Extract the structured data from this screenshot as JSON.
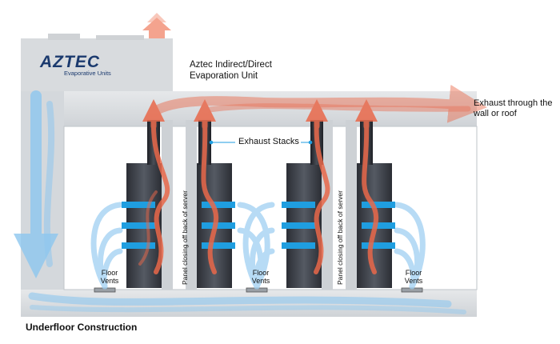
{
  "logo": {
    "brand": "AZTEC",
    "tagline": "Evaporative Units"
  },
  "unit_title": [
    "Aztec Indirect/Direct",
    "Evaporation Unit"
  ],
  "exhaust_label": [
    "Exhaust through the",
    "wall or roof"
  ],
  "stacks_label": "Exhaust Stacks",
  "vent_label": [
    "Floor",
    "Vents"
  ],
  "panel_label": "Panel closing off back of server",
  "underfloor_label": "Underfloor Construction",
  "colors": {
    "cool": "#8ec7ef",
    "hot": "#e9684a",
    "rack": "#3b3f48",
    "blue_band": "#1f9ee0",
    "room": "#dcdfe3"
  }
}
